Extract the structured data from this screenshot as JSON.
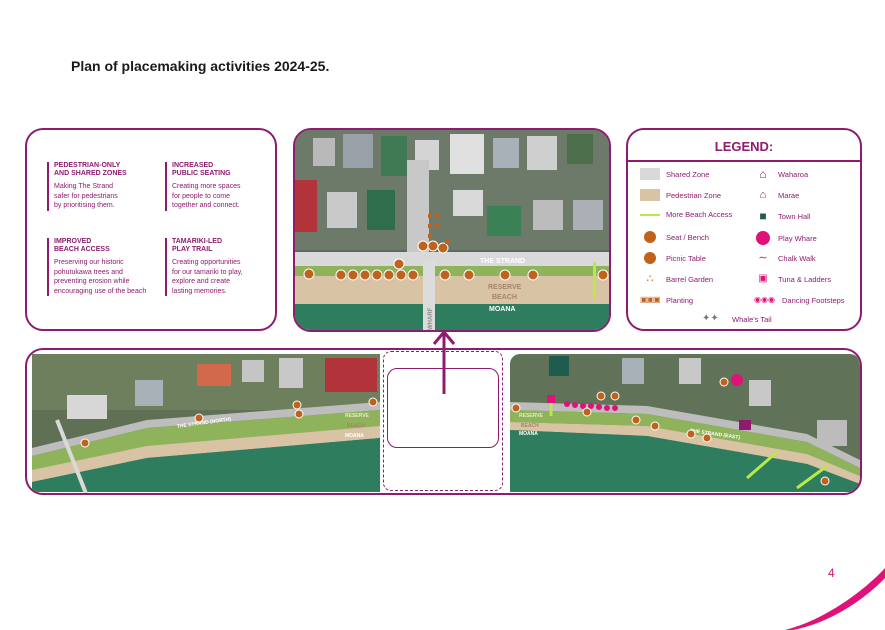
{
  "page_title": "Plan of placemaking activities 2024-25.",
  "page_number": "4",
  "pillars": [
    {
      "heading_1": "PEDESTRIAN-ONLY",
      "heading_2": "AND SHARED ZONES",
      "lines": [
        "Making The Strand",
        "safer for pedestrians",
        "by prioritising them."
      ]
    },
    {
      "heading_1": "INCREASED",
      "heading_2": "PUBLIC SEATING",
      "lines": [
        "Creating more spaces",
        "for people to come",
        "together and connect."
      ]
    },
    {
      "heading_1": "IMPROVED",
      "heading_2": "BEACH ACCESS",
      "lines": [
        "Preserving our historic",
        "pohutukawa trees and",
        "preventing erosion while",
        "encouraging use of the beach"
      ]
    },
    {
      "heading_1": "TAMARIKI-LED",
      "heading_2": "PLAY TRAIL",
      "lines": [
        "Creating opportunities",
        "for our tamariki to play,",
        "explore and create",
        "lasting memories."
      ]
    }
  ],
  "legend": {
    "title": "LEGEND:",
    "left_items": [
      "Shared Zone",
      "Pedestrian Zone",
      "More Beach Access",
      "Seat / Bench",
      "Picnic Table",
      "Barrel Garden",
      "Planting"
    ],
    "right_items": [
      "Waharoa",
      "Marae",
      "Town Hall",
      "Play Whare",
      "Chalk Walk",
      "Tuna & Ladders",
      "Dancing Footsteps"
    ],
    "bottom_item": "Whale's Tail"
  },
  "map_labels": {
    "strand": "THE STRAND",
    "reserve": "RESERVE",
    "beach": "BEACH",
    "moana": "MOANA",
    "wharf": "WHARF",
    "strand_north": "THE STRAND (NORTH)",
    "strand_east": "THE STRAND (EAST)"
  },
  "colors": {
    "brand": "#8e1b6e",
    "shared_zone": "#d9d9d9",
    "pedestrian_zone": "#d8c3a5",
    "beach_access": "#b9e84b",
    "seat": "#c0621b",
    "sea": "#2e7d5e",
    "grass": "#7fa94a",
    "page_accent": "#e0127a"
  }
}
